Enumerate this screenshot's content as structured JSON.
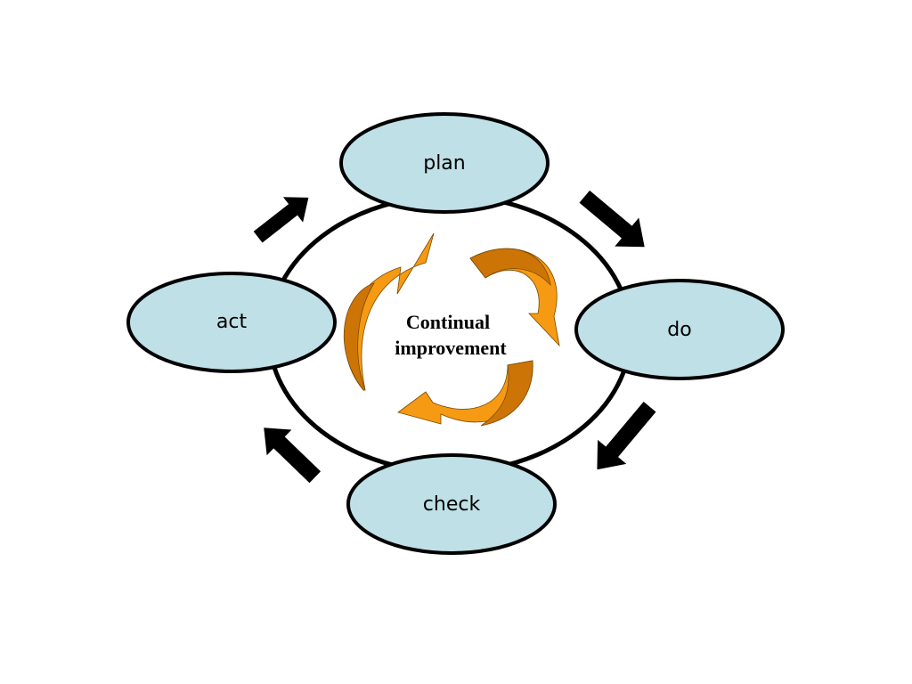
{
  "colors": {
    "node_fill": "#bfe0e6",
    "outline": "#000000",
    "orange_light": "#f59a12",
    "orange_dark": "#cc7406",
    "arrow": "#000000"
  },
  "nodes": {
    "plan": "plan",
    "do": "do",
    "check": "check",
    "act": "act"
  },
  "center": {
    "line1": "Continual",
    "line2": "improvement"
  }
}
